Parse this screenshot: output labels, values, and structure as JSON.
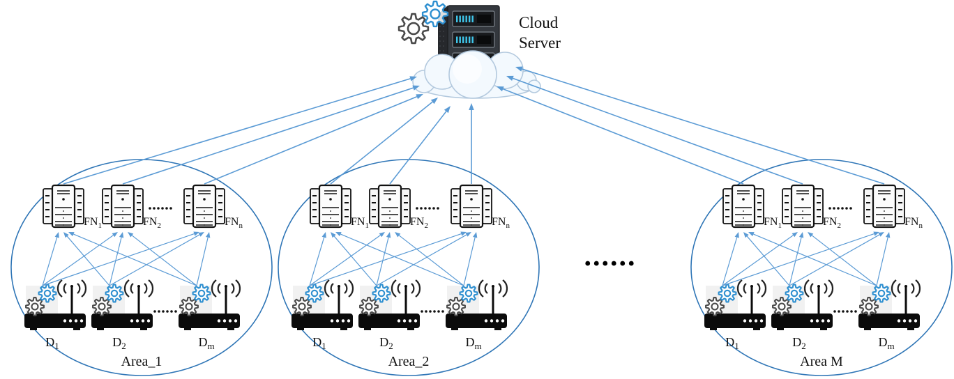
{
  "cloud_server": {
    "label_lines": [
      "Cloud",
      "Server"
    ],
    "icons": [
      {
        "name": "gear-pair-icon"
      },
      {
        "name": "server-rack-icon"
      },
      {
        "name": "cloud-icon"
      }
    ]
  },
  "areas": [
    {
      "id": "area-1",
      "label": "Area_1",
      "fog_nodes": [
        {
          "base": "FN",
          "sub": "1",
          "icon": "server-tower-icon"
        },
        {
          "base": "FN",
          "sub": "2",
          "icon": "server-tower-icon"
        },
        {
          "base": "FN",
          "sub": "n",
          "icon": "server-tower-icon"
        }
      ],
      "fog_node_ellipsis": "......",
      "devices": [
        {
          "base": "D",
          "sub": "1",
          "icon": "router-gear-icon"
        },
        {
          "base": "D",
          "sub": "2",
          "icon": "router-gear-icon"
        },
        {
          "base": "D",
          "sub": "m",
          "icon": "router-gear-icon"
        }
      ],
      "device_ellipsis": "......"
    },
    {
      "id": "area-2",
      "label": "Area_2",
      "fog_nodes": [
        {
          "base": "FN",
          "sub": "1",
          "icon": "server-tower-icon"
        },
        {
          "base": "FN",
          "sub": "2",
          "icon": "server-tower-icon"
        },
        {
          "base": "FN",
          "sub": "n",
          "icon": "server-tower-icon"
        }
      ],
      "fog_node_ellipsis": "......",
      "devices": [
        {
          "base": "D",
          "sub": "1",
          "icon": "router-gear-icon"
        },
        {
          "base": "D",
          "sub": "2",
          "icon": "router-gear-icon"
        },
        {
          "base": "D",
          "sub": "m",
          "icon": "router-gear-icon"
        }
      ],
      "device_ellipsis": "......"
    },
    {
      "id": "area-m",
      "label": "Area M",
      "fog_nodes": [
        {
          "base": "FN",
          "sub": "1",
          "icon": "server-tower-icon"
        },
        {
          "base": "FN",
          "sub": "2",
          "icon": "server-tower-icon"
        },
        {
          "base": "FN",
          "sub": "n",
          "icon": "server-tower-icon"
        }
      ],
      "fog_node_ellipsis": "......",
      "devices": [
        {
          "base": "D",
          "sub": "1",
          "icon": "router-gear-icon"
        },
        {
          "base": "D",
          "sub": "2",
          "icon": "router-gear-icon"
        },
        {
          "base": "D",
          "sub": "m",
          "icon": "router-gear-icon"
        }
      ],
      "device_ellipsis": "......"
    }
  ],
  "area_separator_ellipsis": "......",
  "connections": {
    "device_to_fog_node": "every device links to every fog node within its area, arrows pointing at fog nodes",
    "fog_node_to_cloud": "every fog node links up to the cloud server, arrows pointing at cloud"
  },
  "colors": {
    "link_blue": "#5b9bd5",
    "ellipse_blue": "#2e75b6",
    "gear_blue": "#2e8fd0",
    "gear_gray": "#4a4a4a",
    "led_cyan": "#3fc6ea",
    "icon_black": "#111111",
    "cloud_fill": "#f3f9fe",
    "cloud_stroke": "#b3c9de"
  }
}
